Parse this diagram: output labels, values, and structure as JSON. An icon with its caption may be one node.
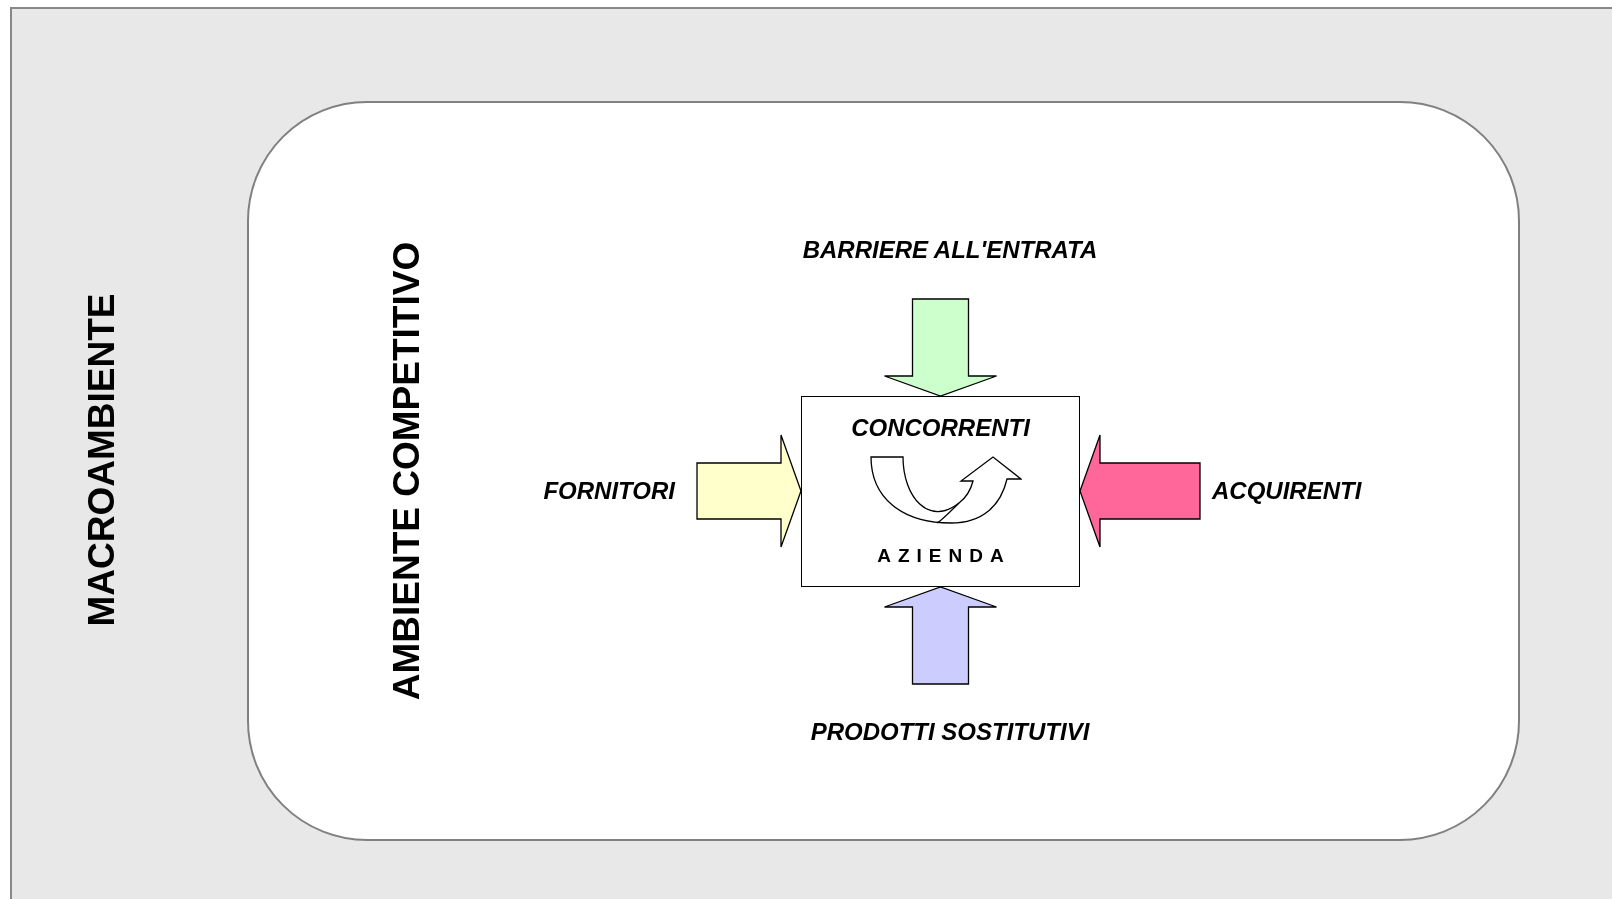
{
  "diagram": {
    "nodes": [
      {
        "text": [
          "MACROAMBIENTE"
        ]
      },
      {
        "text": [
          "AMBIENTE COMPETITIVO"
        ],
        "in": 0
      },
      {
        "text": [
          "CONCORRENTI",
          "AZIENDA"
        ],
        "in": 1
      },
      {
        "text": [
          "BARRIERE ALL'ENTRATA"
        ],
        "in": 1
      },
      {
        "text": [
          "FORNITORI"
        ],
        "in": 1
      },
      {
        "text": [
          "ACQUIRENTI"
        ],
        "in": 1
      },
      {
        "text": [
          "PRODOTTI SOSTITUTIVI"
        ],
        "in": 1
      }
    ],
    "edges": [
      {
        "from": 3,
        "to": 2,
        "arrow": "to",
        "color": "#ccffcc"
      },
      {
        "from": 4,
        "to": 2,
        "arrow": "to",
        "color": "#ffffcc"
      },
      {
        "from": 5,
        "to": 2,
        "arrow": "to",
        "color": "#ff6699"
      },
      {
        "from": 6,
        "to": 2,
        "arrow": "to",
        "color": "#ccccff"
      }
    ]
  }
}
